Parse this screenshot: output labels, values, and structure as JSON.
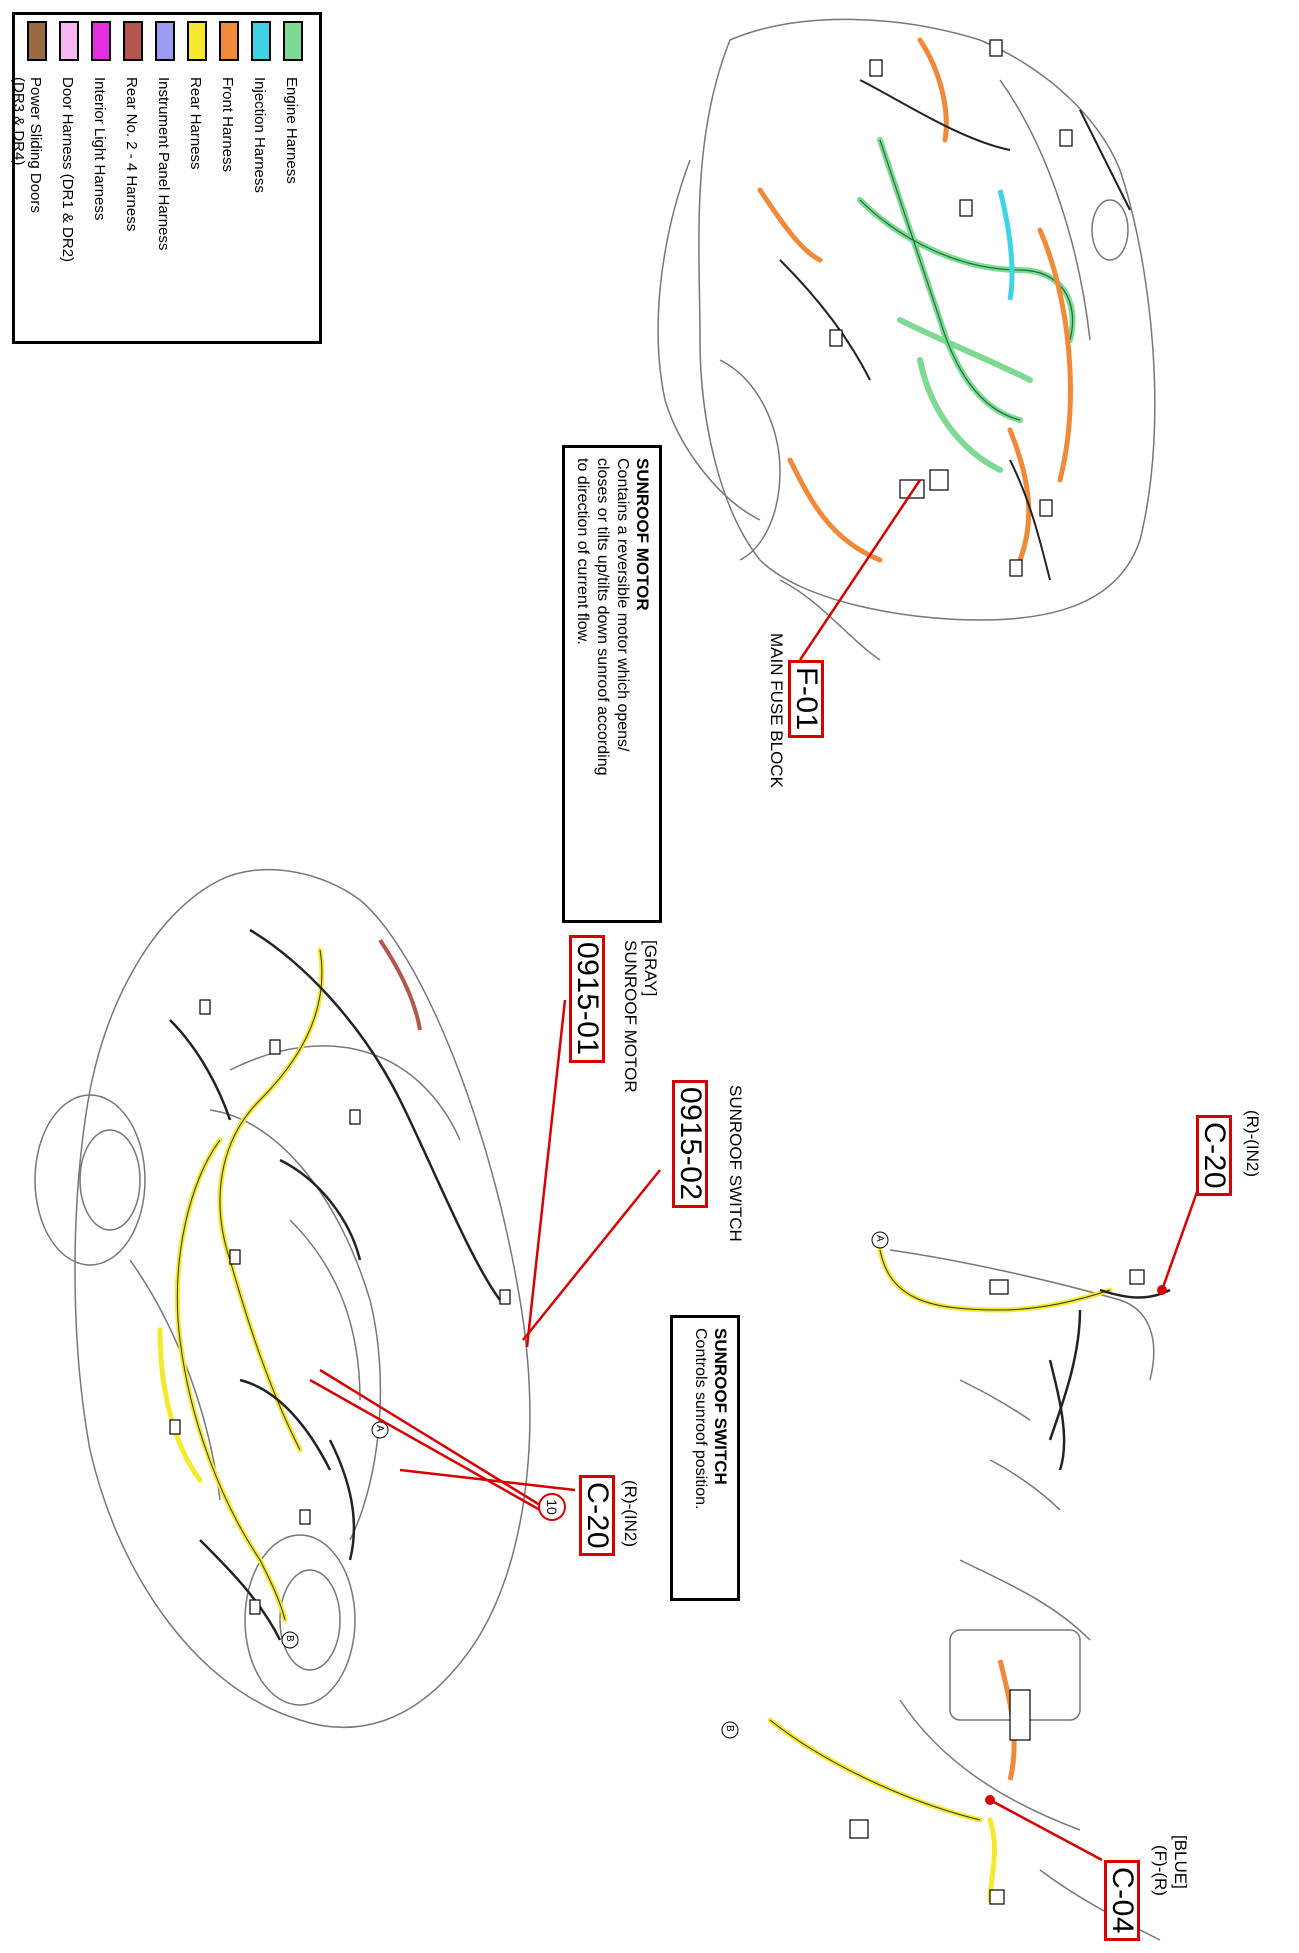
{
  "legend": {
    "items": [
      {
        "label": "Engine Harness",
        "color": "#7ed992"
      },
      {
        "label": "Injection Harness",
        "color": "#3fd3e6"
      },
      {
        "label": "Front Harness",
        "color": "#f0893a"
      },
      {
        "label": "Rear Harness",
        "color": "#f5e92f"
      },
      {
        "label": "Instrument Panel Harness",
        "color": "#9b9cf0"
      },
      {
        "label": "Rear No. 2 - 4 Harness",
        "color": "#b5564e"
      },
      {
        "label": "Interior Light Harness",
        "color": "#e52ee0"
      },
      {
        "label": "Door Harness (DR1 & DR2)",
        "color": "#f4b8ef"
      },
      {
        "label": "Power Sliding Doors",
        "label2": "(DR3 & DR4)",
        "color": "#9a6b43"
      }
    ]
  },
  "callouts": {
    "f01": {
      "code": "F-01",
      "caption": "MAIN FUSE BLOCK"
    },
    "motor": {
      "code": "0915-01",
      "caption_top": "[GRAY]",
      "caption": "SUNROOF MOTOR"
    },
    "switch_conn": {
      "code": "0915-02",
      "caption": "SUNROOF SWITCH"
    },
    "c20_left": {
      "code": "C-20",
      "caption": "(R)-(IN2)"
    },
    "c20_right": {
      "code": "C-20",
      "caption": "(R)-(IN2)"
    },
    "c04": {
      "code": "C-04",
      "caption_top": "[BLUE]",
      "caption": "(F)-(R)"
    },
    "ground": {
      "label": "10"
    }
  },
  "info_boxes": {
    "motor": {
      "title": "SUNROOF MOTOR",
      "lines": [
        "Contains a reversible motor which opens/",
        "closes or tilts up/tilts down sunroof according",
        "to direction of current flow."
      ]
    },
    "switch": {
      "title": "SUNROOF SWITCH",
      "lines": [
        "Controls sunroof position."
      ]
    }
  },
  "markers": {
    "a": "A",
    "b": "B"
  },
  "colors": {
    "callout_red": "#d60000",
    "outline": "#000000",
    "car_line": "#555555"
  }
}
